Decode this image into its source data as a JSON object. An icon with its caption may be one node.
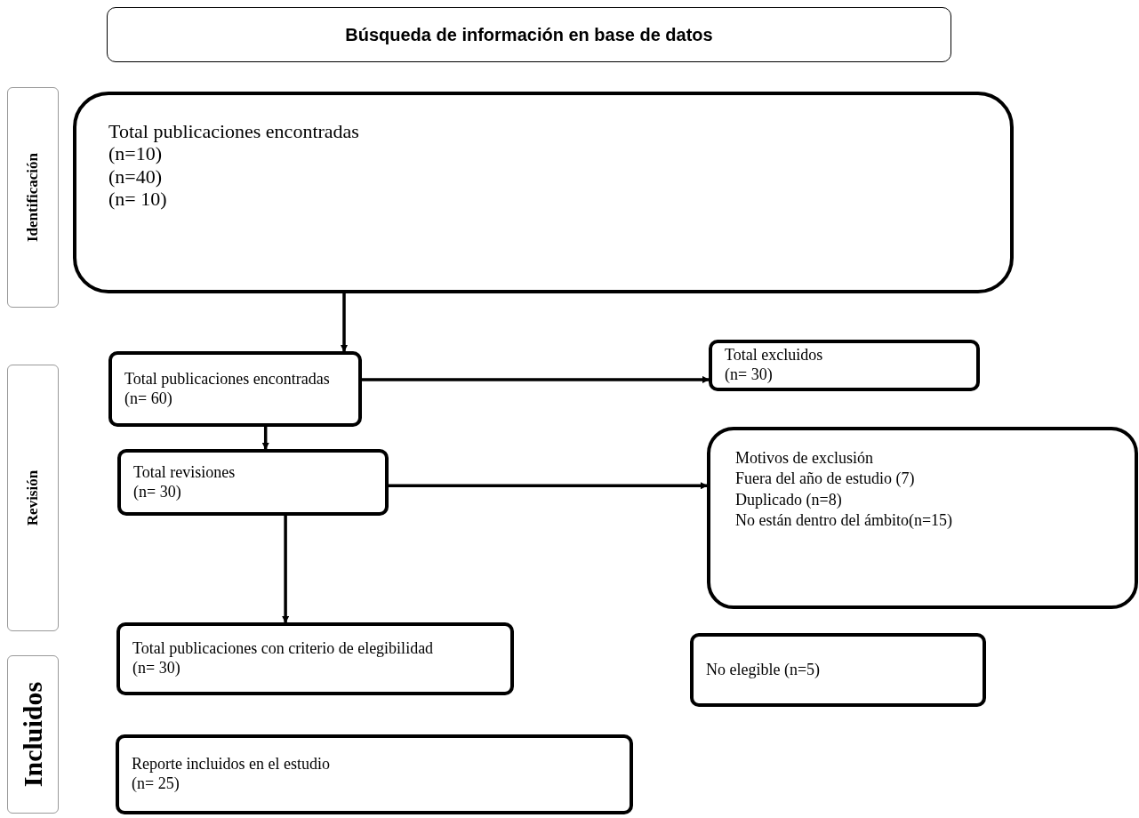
{
  "diagram": {
    "nodes": [
      {
        "text": [
          "Búsqueda de información en base de datos"
        ]
      },
      {
        "text": [
          "Identificación"
        ]
      },
      {
        "text": [
          "Total publicaciones encontradas",
          "(n=10)",
          "(n=40)",
          "(n= 10)"
        ]
      },
      {
        "text": [
          "Revisión"
        ]
      },
      {
        "text": [
          "Total publicaciones encontradas",
          "(n= 60)"
        ]
      },
      {
        "text": [
          "Total excluidos",
          "(n= 30)"
        ]
      },
      {
        "text": [
          "Total revisiones",
          "(n= 30)"
        ]
      },
      {
        "text": [
          "Motivos de exclusión",
          "Fuera del año de estudio (7)",
          "Duplicado (n=8)",
          "No están dentro del ámbito(n=15)"
        ]
      },
      {
        "text": [
          "Incluidos"
        ]
      },
      {
        "text": [
          "Total publicaciones con criterio de elegibilidad",
          "(n= 30)"
        ]
      },
      {
        "text": [
          "No elegible (n=5)"
        ]
      },
      {
        "text": [
          "Reporte incluidos en el estudio",
          "(n= 25)"
        ]
      }
    ],
    "edges": [
      {
        "from": 2,
        "to": 4,
        "arrow": "to"
      },
      {
        "from": 4,
        "to": 5,
        "arrow": "to"
      },
      {
        "from": 4,
        "to": 6,
        "arrow": "to"
      },
      {
        "from": 6,
        "to": 7,
        "arrow": "to"
      },
      {
        "from": 6,
        "to": 9,
        "arrow": "to"
      }
    ]
  }
}
